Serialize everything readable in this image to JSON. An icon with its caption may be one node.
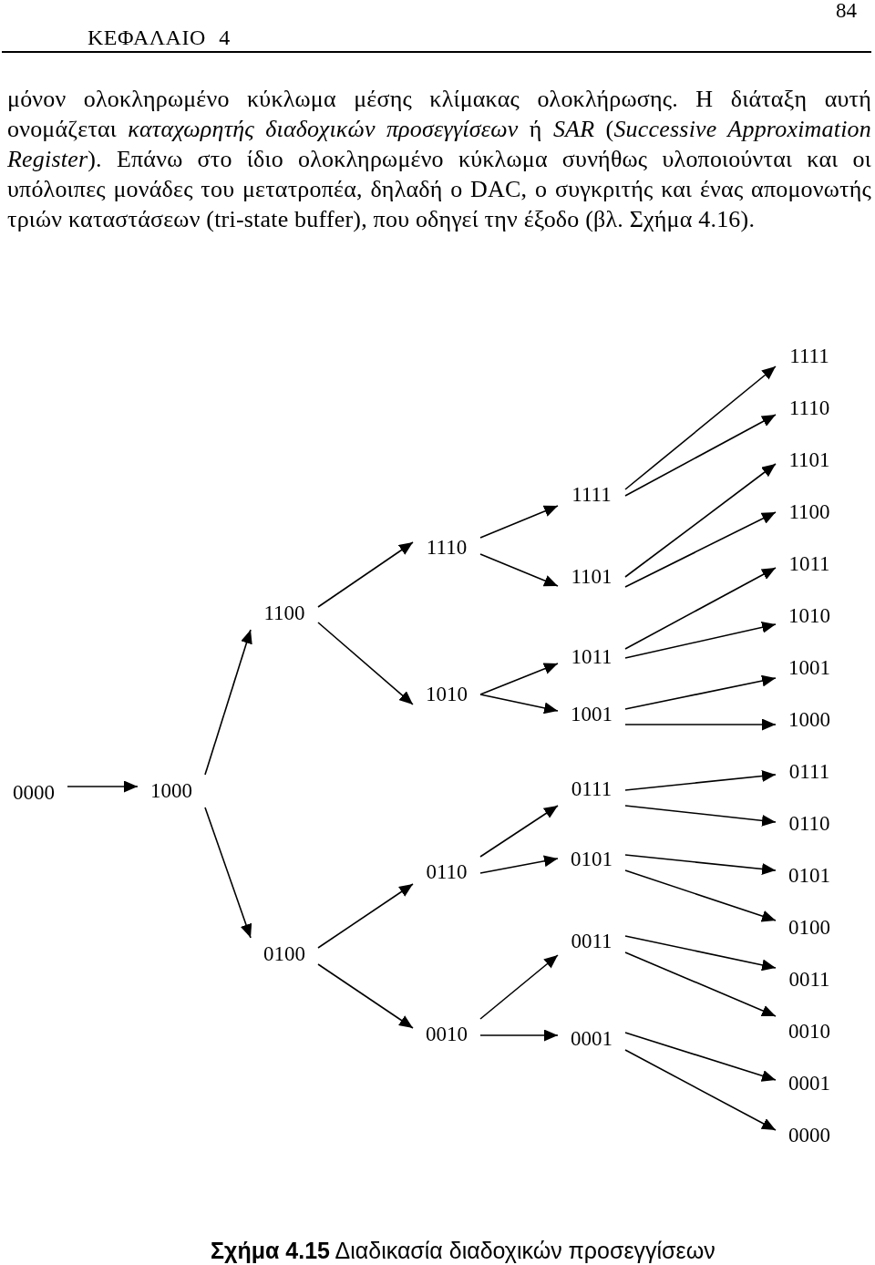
{
  "diagram": {
    "caption": "**Σχήμα 4.15** Διαδικασία διαδοχικών προσεγγίσεων",
    "nodes": [
      {
        "text": [
          "0000"
        ]
      },
      {
        "text": [
          "1000"
        ]
      },
      {
        "text": [
          "1100"
        ]
      },
      {
        "text": [
          "0100"
        ]
      },
      {
        "text": [
          "1110"
        ]
      },
      {
        "text": [
          "1010"
        ]
      },
      {
        "text": [
          "0110"
        ]
      },
      {
        "text": [
          "0010"
        ]
      },
      {
        "text": [
          "1111"
        ]
      },
      {
        "text": [
          "1101"
        ]
      },
      {
        "text": [
          "1011"
        ]
      },
      {
        "text": [
          "1001"
        ]
      },
      {
        "text": [
          "0111"
        ]
      },
      {
        "text": [
          "0101"
        ]
      },
      {
        "text": [
          "0011"
        ]
      },
      {
        "text": [
          "0001"
        ]
      },
      {
        "text": [
          "1111"
        ]
      },
      {
        "text": [
          "1110"
        ]
      },
      {
        "text": [
          "1101"
        ]
      },
      {
        "text": [
          "1100"
        ]
      },
      {
        "text": [
          "1011"
        ]
      },
      {
        "text": [
          "1010"
        ]
      },
      {
        "text": [
          "1001"
        ]
      },
      {
        "text": [
          "1000"
        ]
      },
      {
        "text": [
          "0111"
        ]
      },
      {
        "text": [
          "0110"
        ]
      },
      {
        "text": [
          "0101"
        ]
      },
      {
        "text": [
          "0100"
        ]
      },
      {
        "text": [
          "0011"
        ]
      },
      {
        "text": [
          "0010"
        ]
      },
      {
        "text": [
          "0001"
        ]
      },
      {
        "text": [
          "0000"
        ]
      }
    ],
    "edges": [
      {
        "from": 0,
        "to": 1,
        "arrow": "to"
      },
      {
        "from": 1,
        "to": 2,
        "arrow": "to"
      },
      {
        "from": 1,
        "to": 3,
        "arrow": "to"
      },
      {
        "from": 2,
        "to": 4,
        "arrow": "to"
      },
      {
        "from": 2,
        "to": 5,
        "arrow": "to"
      },
      {
        "from": 3,
        "to": 6,
        "arrow": "to"
      },
      {
        "from": 3,
        "to": 7,
        "arrow": "to"
      },
      {
        "from": 4,
        "to": 8,
        "arrow": "to"
      },
      {
        "from": 4,
        "to": 9,
        "arrow": "to"
      },
      {
        "from": 5,
        "to": 10,
        "arrow": "to"
      },
      {
        "from": 5,
        "to": 11,
        "arrow": "to"
      },
      {
        "from": 6,
        "to": 12,
        "arrow": "to"
      },
      {
        "from": 6,
        "to": 13,
        "arrow": "to"
      },
      {
        "from": 7,
        "to": 14,
        "arrow": "to"
      },
      {
        "from": 7,
        "to": 15,
        "arrow": "to"
      },
      {
        "from": 8,
        "to": 16,
        "arrow": "to"
      },
      {
        "from": 8,
        "to": 17,
        "arrow": "to"
      },
      {
        "from": 9,
        "to": 18,
        "arrow": "to"
      },
      {
        "from": 9,
        "to": 19,
        "arrow": "to"
      },
      {
        "from": 10,
        "to": 20,
        "arrow": "to"
      },
      {
        "from": 10,
        "to": 21,
        "arrow": "to"
      },
      {
        "from": 11,
        "to": 22,
        "arrow": "to"
      },
      {
        "from": 11,
        "to": 23,
        "arrow": "to"
      },
      {
        "from": 12,
        "to": 24,
        "arrow": "to"
      },
      {
        "from": 12,
        "to": 25,
        "arrow": "to"
      },
      {
        "from": 13,
        "to": 26,
        "arrow": "to"
      },
      {
        "from": 13,
        "to": 27,
        "arrow": "to"
      },
      {
        "from": 14,
        "to": 28,
        "arrow": "to"
      },
      {
        "from": 14,
        "to": 29,
        "arrow": "to"
      },
      {
        "from": 15,
        "to": 30,
        "arrow": "to"
      },
      {
        "from": 15,
        "to": 31,
        "arrow": "to"
      }
    ],
    "labels": [
      "84",
      "ΚΕΦΑΛΑΙΟ 4",
      "μόνον ολοκληρωμένο κύκλωμα μέσης κλίμακας ολοκλήρωσης. Η διάταξη αυτή ονομάζεται *καταχωρητής διαδοχικών προσεγγίσεων* ή *SAR* (*Successive Approximation Register*). Επάνω στο ίδιο ολοκληρωμένο κύκλωμα συνήθως υλοποιούνται και οι υπόλοιπες μονάδες του μετατροπέα, δηλαδή ο DAC, ο συγκριτής και ένας απομονωτής τριών καταστάσεων (tri-state buffer), που οδηγεί την έξοδο (βλ. Σχήμα 4.16)."
    ]
  }
}
